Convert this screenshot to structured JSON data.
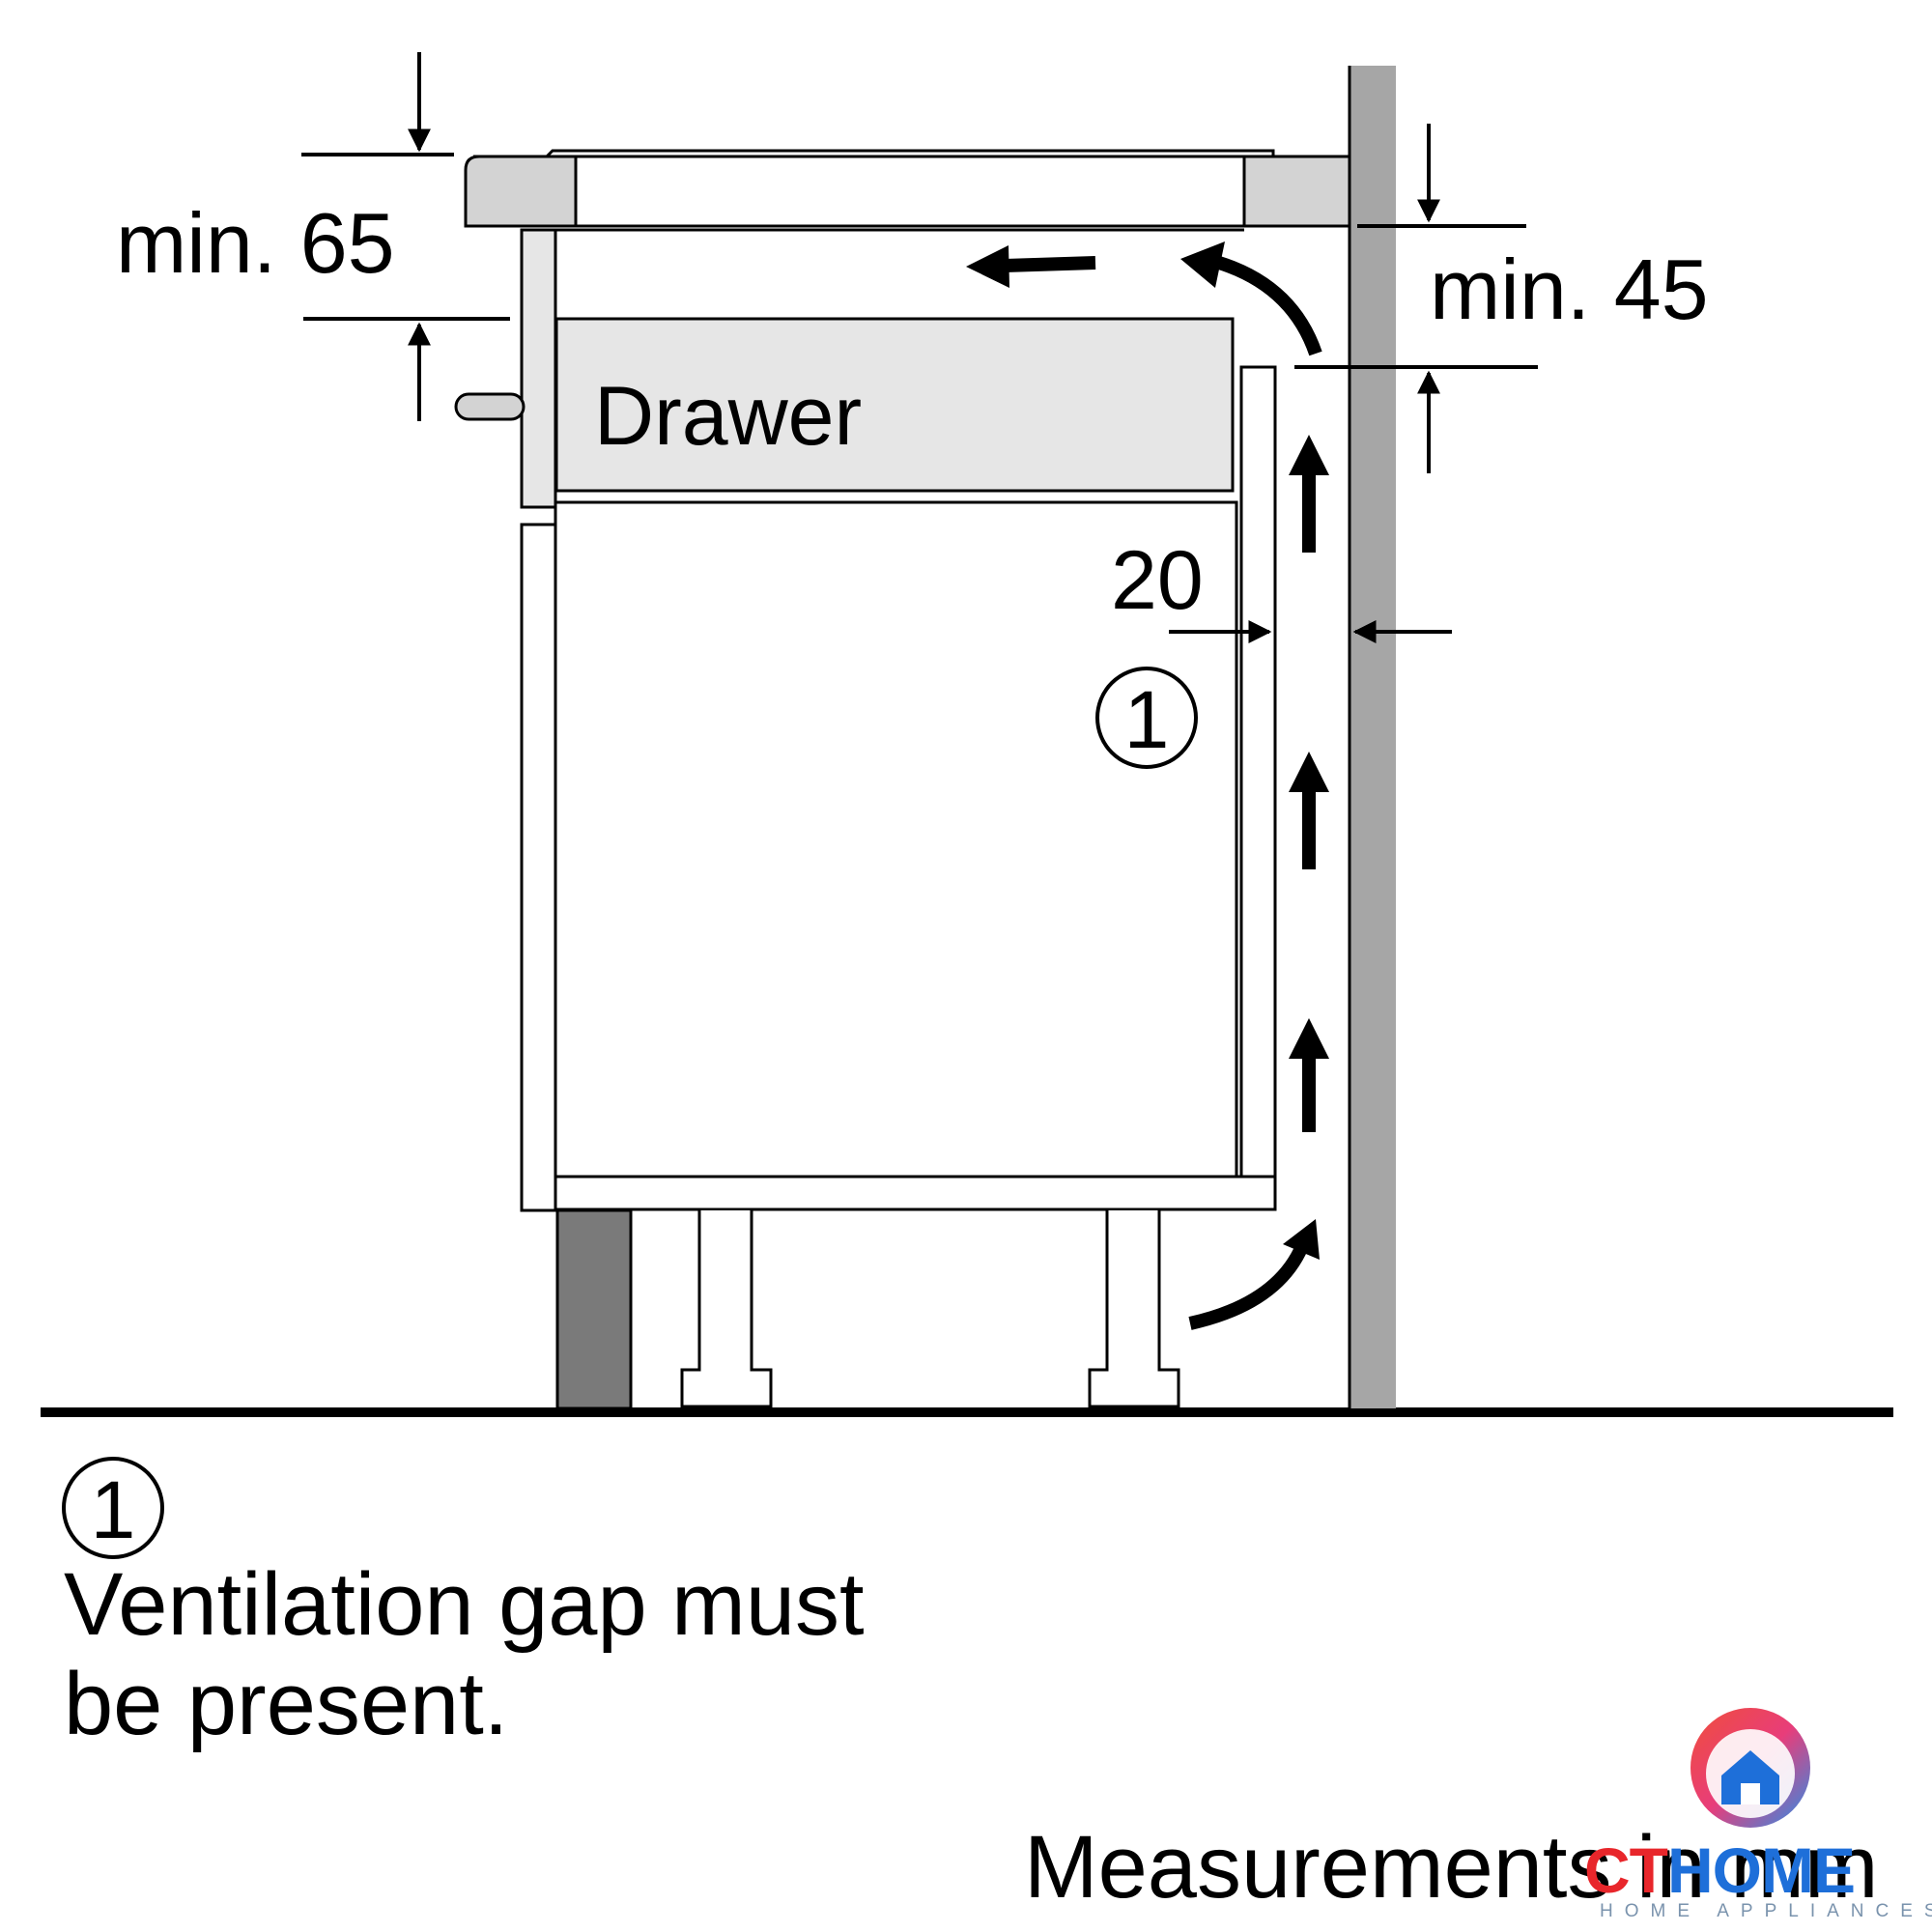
{
  "labels": {
    "min_top": "min. 65",
    "min_right": "min. 45",
    "drawer": "Drawer",
    "gap": "20",
    "marker": "1"
  },
  "legend": {
    "marker": "1",
    "note": "Ventilation gap must be present.",
    "units": "Measurements in mm"
  },
  "watermark": {
    "brand_part1": "CT",
    "brand_part2": "HOME",
    "tagline": "HOME APPLIANCES",
    "colors": {
      "red": "#e8262b",
      "blue": "#1e6fd9",
      "gradient_start": "#f04e3a",
      "gradient_end": "#2a8fe8"
    }
  },
  "colors": {
    "countertop": "#d3d3d3",
    "wall": "#a6a6a6",
    "plinth": "#7a7a7a",
    "drawer_fill": "#e6e6e6",
    "line": "#000000"
  },
  "icons": [
    "up-arrow-icon",
    "left-arrow-icon",
    "curved-arrow-icon",
    "circled-number-icon",
    "house-logo-icon"
  ]
}
